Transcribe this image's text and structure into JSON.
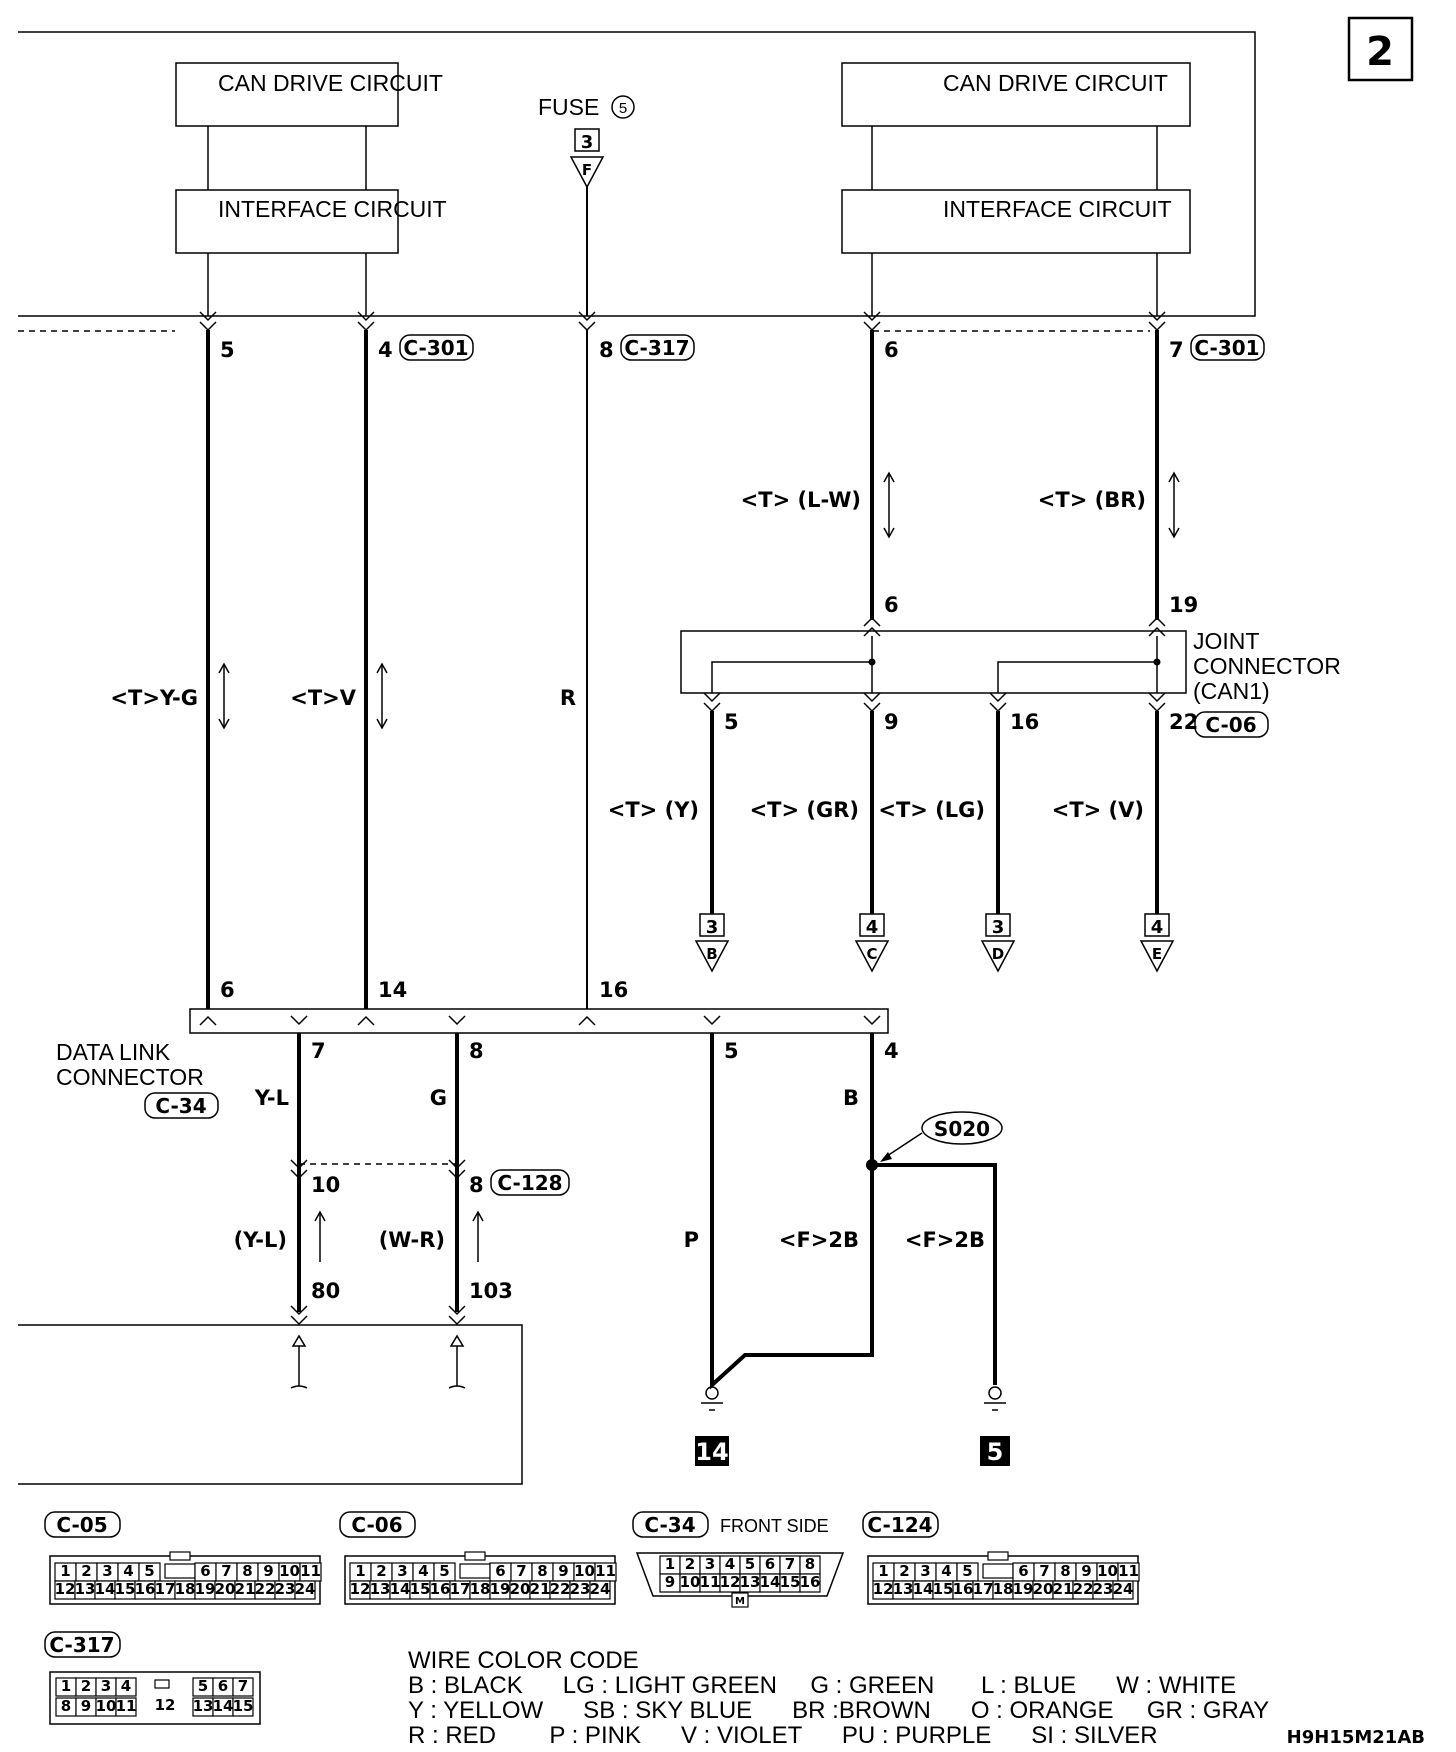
{
  "page_number": "2",
  "figure_code": "H9H15M21AB",
  "ecu": {
    "left_top": "CAN DRIVE CIRCUIT",
    "left_bottom": "INTERFACE CIRCUIT",
    "right_top": "CAN DRIVE CIRCUIT",
    "right_bottom": "INTERFACE CIRCUIT"
  },
  "fuse": {
    "label": "FUSE",
    "number": "5",
    "ref_number": "3",
    "ref_letter": "F"
  },
  "pins": {
    "p5": "5",
    "p4": "4",
    "p8": "8",
    "p6": "6",
    "p7": "7",
    "c301a": "C-301",
    "c317": "C-317",
    "c301b": "C-301",
    "j6": "6",
    "j19": "19",
    "j5": "5",
    "j9": "9",
    "j16": "16",
    "j22": "22",
    "d6": "6",
    "d14": "14",
    "d16": "16",
    "d7": "7",
    "d8": "8",
    "d5": "5",
    "d4": "4",
    "b10": "10",
    "b8": "8",
    "c128": "C-128",
    "b80": "80",
    "b103": "103"
  },
  "wires": {
    "lw": "<T> (L-W)",
    "br": "<T> (BR)",
    "yg": "<T>Y-G",
    "v": "<T>V",
    "r": "R",
    "y": "<T> (Y)",
    "gr": "<T> (GR)",
    "lg": "<T> (LG)",
    "tv": "<T> (V)",
    "yl": "Y-L",
    "g": "G",
    "b": "B",
    "yl2": "(Y-L)",
    "wr": "(W-R)",
    "p": "P",
    "f2b1": "<F>2B",
    "f2b2": "<F>2B"
  },
  "joint": {
    "l1": "JOINT",
    "l2": "CONNECTOR",
    "l3": "(CAN1)",
    "code": "C-06"
  },
  "dlc": {
    "l1": "DATA LINK",
    "l2": "CONNECTOR",
    "code": "C-34"
  },
  "refs": {
    "b_num": "3",
    "b_let": "B",
    "c_num": "4",
    "c_let": "C",
    "d_num": "3",
    "d_let": "D",
    "e_num": "4",
    "e_let": "E"
  },
  "splice": "S020",
  "grounds": {
    "g1": "14",
    "g2": "5"
  },
  "connectors": {
    "c05": "C-05",
    "c06": "C-06",
    "c34": "C-34",
    "c34_note": "FRONT SIDE",
    "c124": "C-124",
    "c317": "C-317",
    "row_top_24": [
      "1",
      "2",
      "3",
      "4",
      "5",
      "6",
      "7",
      "8",
      "9",
      "10",
      "11"
    ],
    "row_bot_24": [
      "12",
      "13",
      "14",
      "15",
      "16",
      "17",
      "18",
      "19",
      "20",
      "21",
      "22",
      "23",
      "24"
    ],
    "c34_top": [
      "1",
      "2",
      "3",
      "4",
      "5",
      "6",
      "7",
      "8"
    ],
    "c34_bot": [
      "9",
      "10",
      "11",
      "12",
      "13",
      "14",
      "15",
      "16"
    ],
    "c34_m": "M",
    "c317_top_l": [
      "1",
      "2",
      "3",
      "4"
    ],
    "c317_top_r": [
      "5",
      "6",
      "7"
    ],
    "c317_bot_l": [
      "8",
      "9",
      "10",
      "11"
    ],
    "c317_bot_r": [
      "13",
      "14",
      "15"
    ],
    "c317_mid": "12"
  },
  "color_code": {
    "title": "WIRE COLOR CODE",
    "line1": "B : BLACK      LG : LIGHT GREEN     G : GREEN       L : BLUE      W : WHITE",
    "line2": "Y : YELLOW      SB : SKY BLUE      BR :BROWN      O : ORANGE     GR : GRAY",
    "line3": "R : RED        P : PINK      V : VIOLET      PU : PURPLE      SI : SILVER"
  }
}
